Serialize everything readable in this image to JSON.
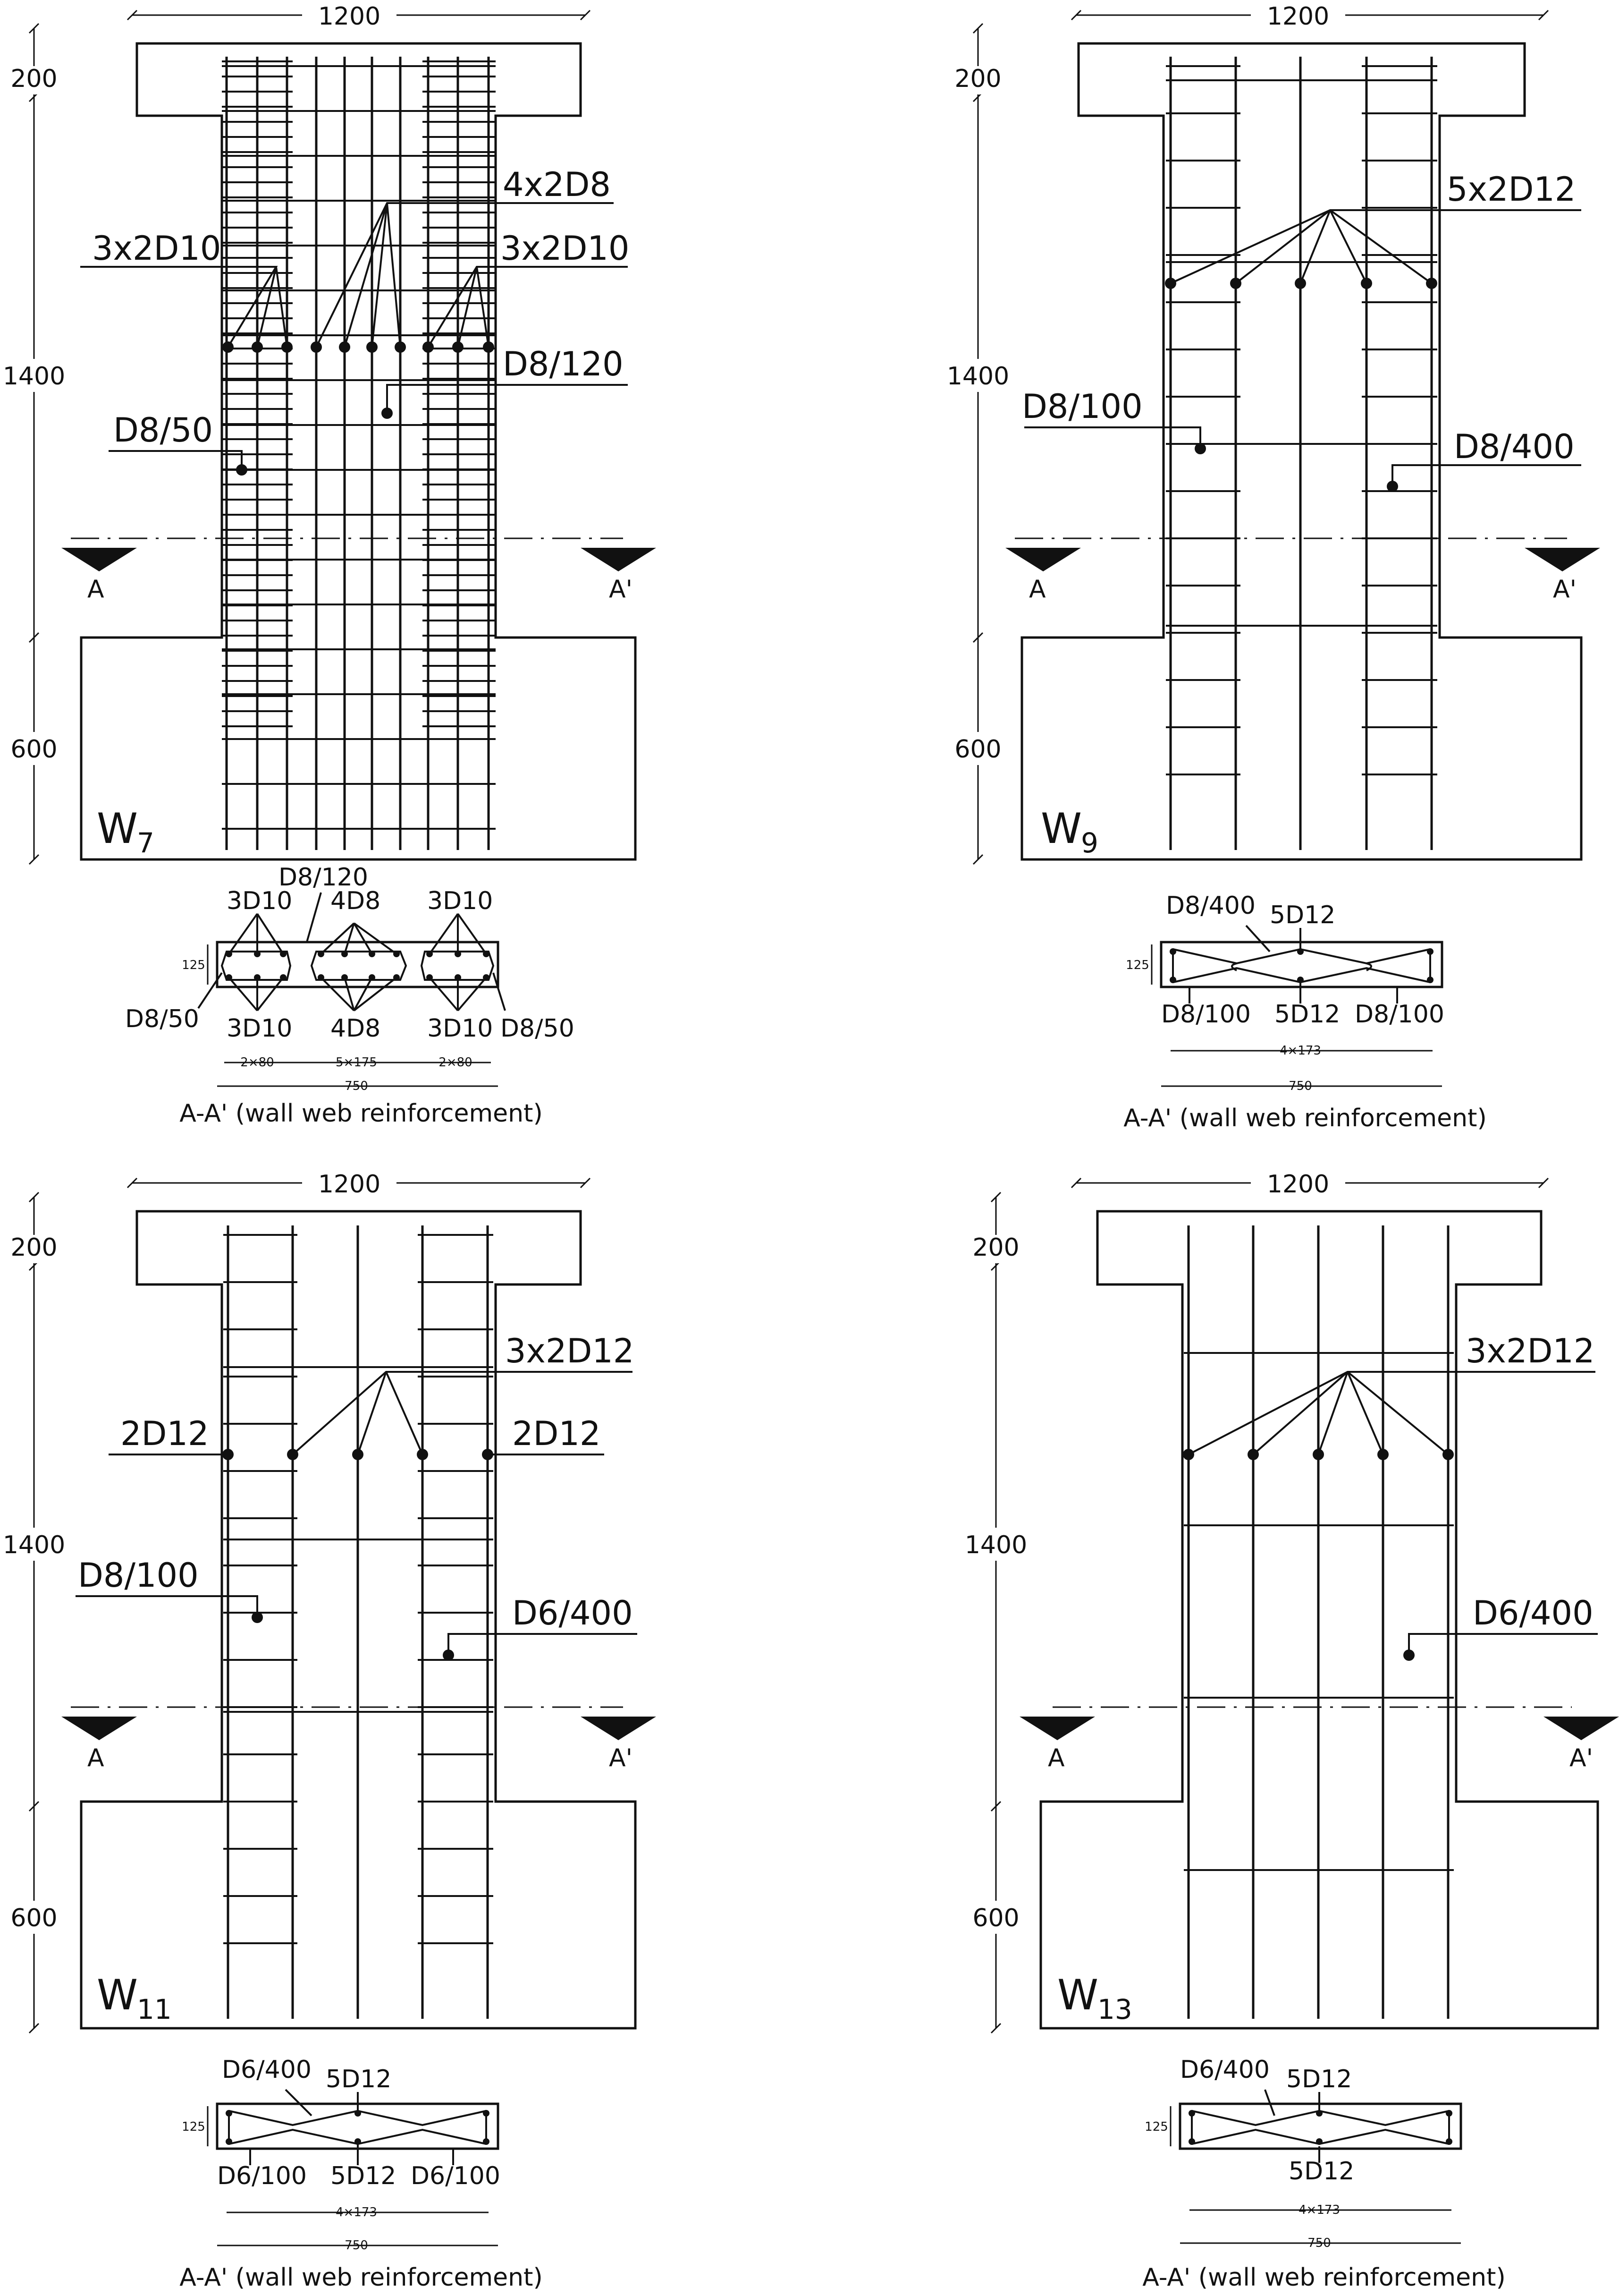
{
  "panels": [
    {
      "id": "w7",
      "title": "W",
      "title_sub": "7",
      "dims": {
        "width": "1200",
        "top": "200",
        "middle": "1400",
        "bottom": "600"
      },
      "section_marks": [
        "A",
        "A'"
      ],
      "labels": {
        "end_bars_left": "3x2D10",
        "end_bars_right": "3x2D10",
        "web_bars": "4x2D8",
        "web_ties": "D8/120",
        "end_ties": "D8/50"
      },
      "section": {
        "top_labels": [
          "3D10",
          "D8/120",
          "4D8",
          "3D10"
        ],
        "bottom_labels": [
          "D8/50",
          "3D10",
          "4D8",
          "3D10",
          "D8/50"
        ],
        "thickness": "125",
        "dim_parts": [
          "2×80",
          "5×175",
          "2×80"
        ],
        "dim_total": "750",
        "caption": "A-A' (wall web reinforcement)"
      }
    },
    {
      "id": "w9",
      "title": "W",
      "title_sub": "9",
      "dims": {
        "width": "1200",
        "top": "200",
        "middle": "1400",
        "bottom": "600"
      },
      "section_marks": [
        "A",
        "A'"
      ],
      "labels": {
        "vertical_bars": "5x2D12",
        "end_ties": "D8/100",
        "web_ties": "D8/400"
      },
      "section": {
        "top_labels": [
          "D8/400",
          "5D12"
        ],
        "bottom_labels": [
          "D8/100",
          "5D12",
          "D8/100"
        ],
        "thickness": "125",
        "dim_parts": [
          "4×173"
        ],
        "dim_total": "750",
        "caption": "A-A' (wall web reinforcement)"
      }
    },
    {
      "id": "w11",
      "title": "W",
      "title_sub": "11",
      "dims": {
        "width": "1200",
        "top": "200",
        "middle": "1400",
        "bottom": "600"
      },
      "section_marks": [
        "A",
        "A'"
      ],
      "labels": {
        "middle_bars": "3x2D12",
        "end_bars_left": "2D12",
        "end_bars_right": "2D12",
        "end_ties": "D8/100",
        "web_ties": "D6/400"
      },
      "section": {
        "top_labels": [
          "D6/400",
          "5D12"
        ],
        "bottom_labels": [
          "D6/100",
          "5D12",
          "D6/100"
        ],
        "thickness": "125",
        "dim_parts": [
          "4×173"
        ],
        "dim_total": "750",
        "caption": "A-A' (wall web reinforcement)"
      }
    },
    {
      "id": "w13",
      "title": "W",
      "title_sub": "13",
      "dims": {
        "width": "1200",
        "top": "200",
        "middle": "1400",
        "bottom": "600"
      },
      "section_marks": [
        "A",
        "A'"
      ],
      "labels": {
        "vertical_bars": "3x2D12",
        "web_ties": "D6/400"
      },
      "section": {
        "top_labels": [
          "D6/400",
          "5D12"
        ],
        "bottom_labels": [
          "5D12"
        ],
        "thickness": "125",
        "dim_parts": [
          "4×173"
        ],
        "dim_total": "750",
        "caption": "A-A' (wall web reinforcement)"
      }
    }
  ]
}
